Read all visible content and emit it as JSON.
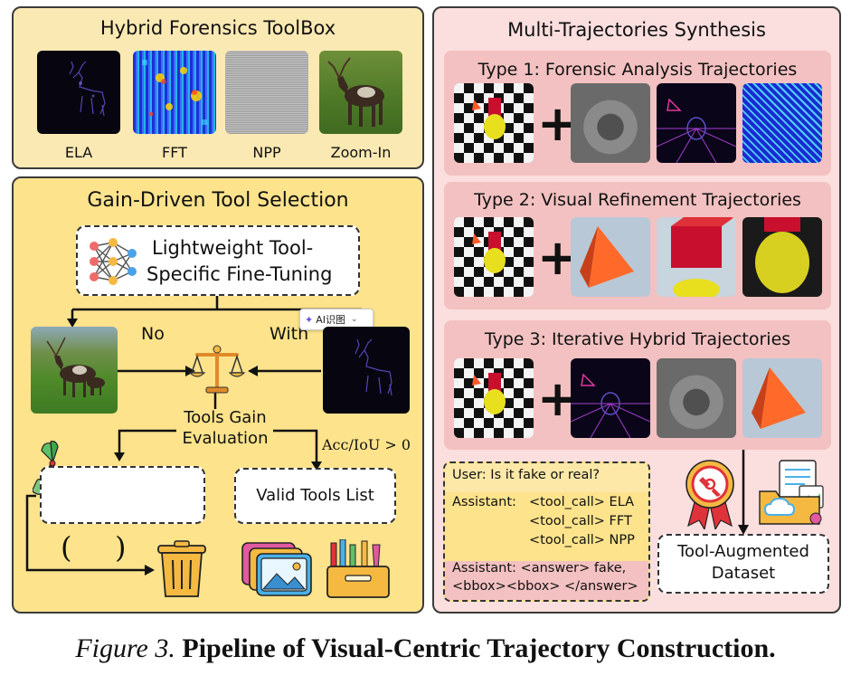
{
  "toolbox": {
    "title": "Hybrid Forensics ToolBox",
    "tools": [
      {
        "label": "ELA"
      },
      {
        "label": "FFT"
      },
      {
        "label": "NPP"
      },
      {
        "label": "Zoom-In"
      }
    ]
  },
  "selection": {
    "title": "Gain-Driven Tool Selection",
    "finetune_line1": "Lightweight Tool-",
    "finetune_line2": "Specific Fine-Tuning",
    "no_label": "No",
    "with_label": "With",
    "ai_badge": "AI识图",
    "eval_line1": "Tools Gain",
    "eval_line2": "Evaluation",
    "condition": "Acc/IoU > 0",
    "valid_list": "Valid Tools List",
    "paren_open": "(",
    "paren_close": ")"
  },
  "synthesis": {
    "title": "Multi-Trajectories Synthesis",
    "types": [
      {
        "title": "Type 1: Forensic Analysis Trajectories"
      },
      {
        "title": "Type 2: Visual Refinement Trajectories"
      },
      {
        "title": "Type 3: Iterative Hybrid Trajectories"
      }
    ],
    "plus": "+",
    "dialog": {
      "user": "User: Is it fake or real?",
      "assistant_prefix": "Assistant:",
      "calls": [
        "<tool_call> ELA",
        "<tool_call> FFT",
        "<tool_call> NPP"
      ],
      "answer_line1": "Assistant: <answer> fake,",
      "answer_line2": "<bbox><bbox> </answer>"
    },
    "dataset_line1": "Tool-Augmented",
    "dataset_line2": "Dataset"
  },
  "caption": {
    "label": "Figure 3.",
    "text": "Pipeline of Visual-Centric Trajectory Construction."
  },
  "colors": {
    "left_panel": "#fbe9b3",
    "selection_panel": "#fce38c",
    "right_panel": "#fbdede",
    "type_box": "#f3c1c1"
  }
}
